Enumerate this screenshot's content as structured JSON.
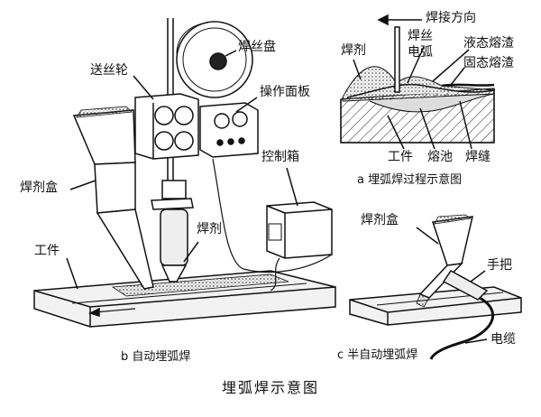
{
  "panel_a": {
    "direction": "焊接方向",
    "wire": "焊丝",
    "arc": "电弧",
    "flux": "焊剂",
    "liquid_slag": "液态熔渣",
    "solid_slag": "固态熔渣",
    "workpiece": "工件",
    "weld_pool": "熔池",
    "weld_seam": "焊缝",
    "caption": "a  埋弧焊过程示意图"
  },
  "panel_b": {
    "wire_reel": "焊丝盘",
    "feed_roller": "送丝轮",
    "control_panel": "操作面板",
    "flux_hopper": "焊剂盒",
    "control_box": "控制箱",
    "flux": "焊剂",
    "workpiece": "工件",
    "caption": "b  自动埋弧焊"
  },
  "panel_c": {
    "flux_hopper": "焊剂盒",
    "handle": "手把",
    "cable": "电缆",
    "caption": "c  半自动埋弧焊"
  },
  "title": "埋弧焊示意图"
}
